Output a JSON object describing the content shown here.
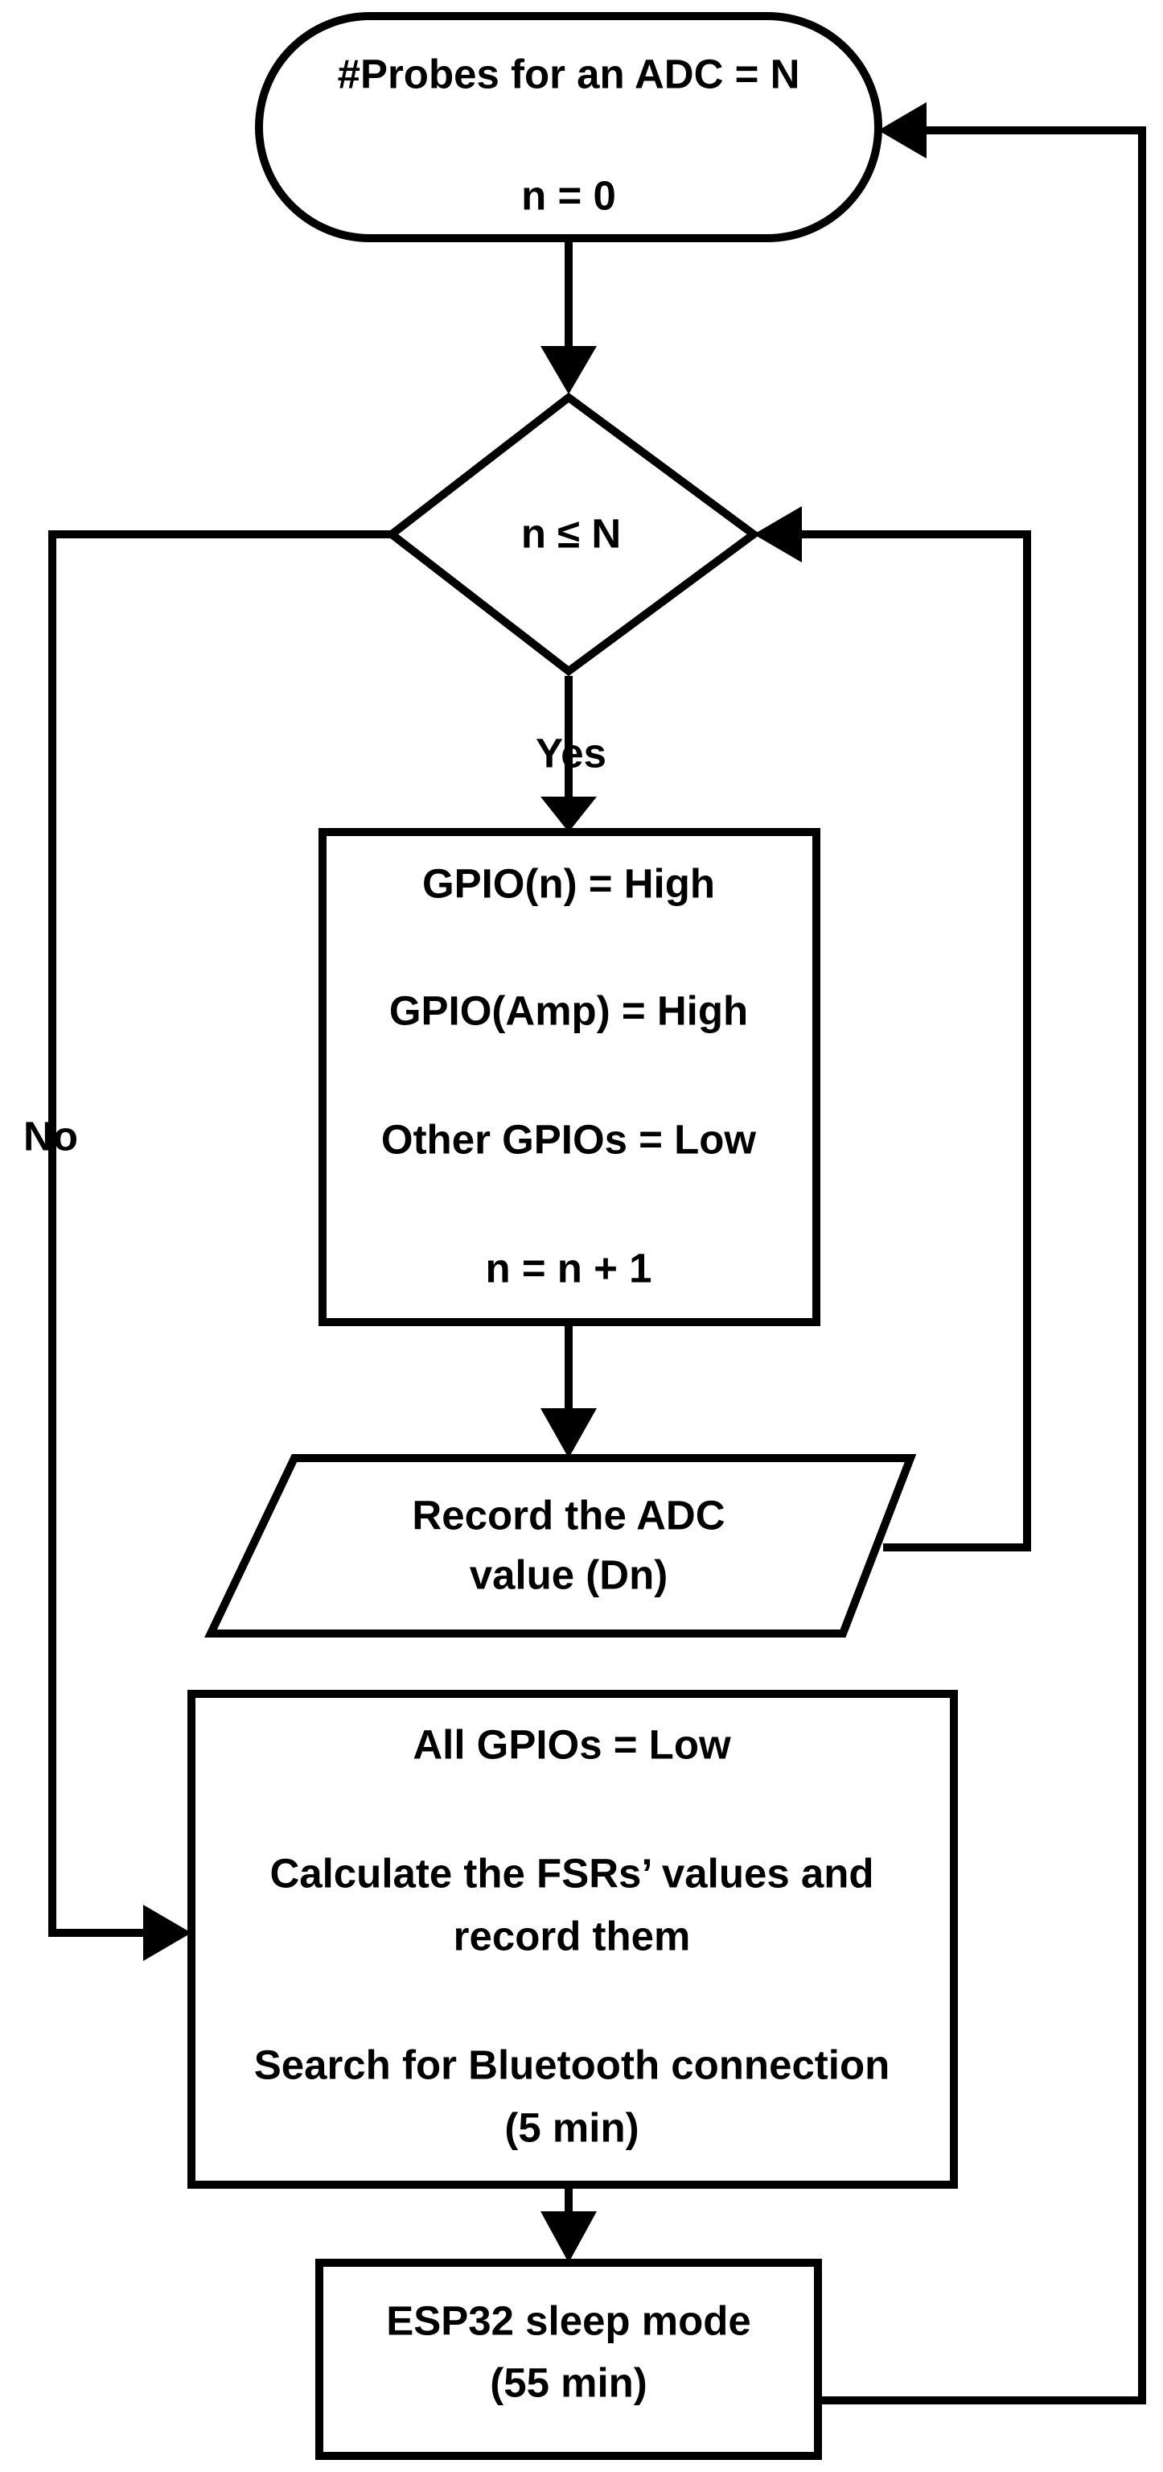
{
  "start": {
    "lines": [
      "#Probes for an ADC = N",
      "n = 0"
    ]
  },
  "decision": {
    "lines": [
      "n ≤  N"
    ]
  },
  "edges": {
    "yes": "Yes",
    "no": "No"
  },
  "process_gpio": {
    "lines": [
      "GPIO(n) = High",
      "GPIO(Amp) = High",
      "Other GPIOs = Low",
      "n = n + 1"
    ]
  },
  "record_adc": {
    "lines": [
      "Record the ADC",
      "value (Dn)"
    ]
  },
  "process_final": {
    "lines": [
      "All GPIOs  =  Low",
      "Calculate the FSRs’ values and",
      "record them",
      "Search for Bluetooth connection",
      "(5 min)"
    ]
  },
  "sleep": {
    "lines": [
      "ESP32 sleep mode",
      "(55 min)"
    ]
  }
}
